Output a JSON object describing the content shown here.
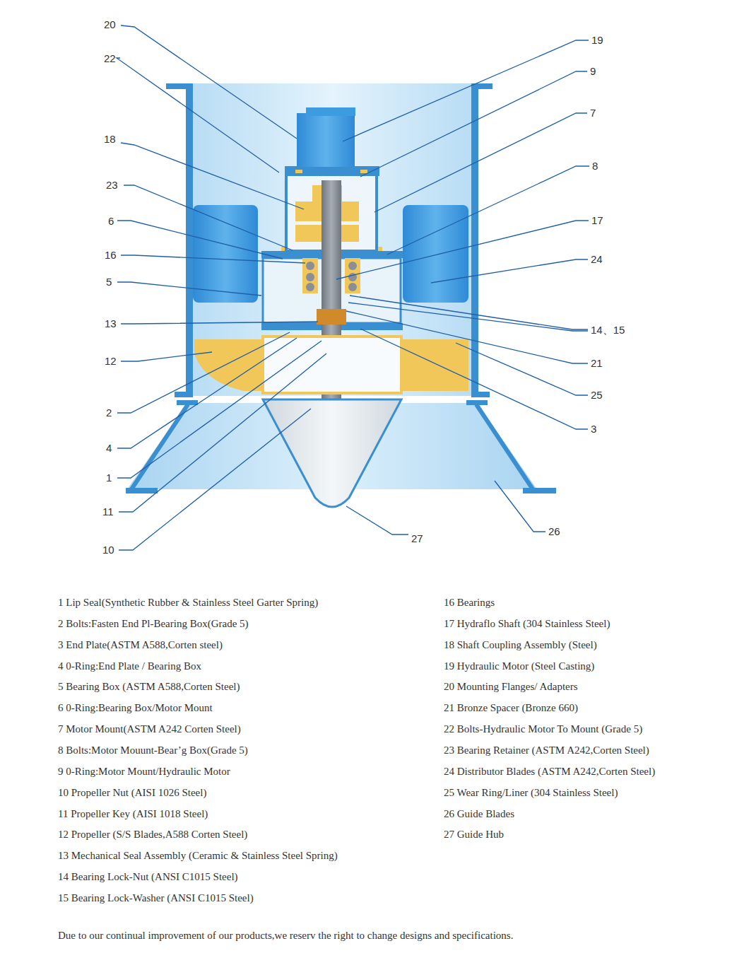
{
  "diagram": {
    "labels": [
      "20",
      "19",
      "22",
      "9",
      "7",
      "18",
      "8",
      "23",
      "17",
      "6",
      "16",
      "24",
      "5",
      "13",
      "14、15",
      "12",
      "21",
      "25",
      "2",
      "3",
      "4",
      "1",
      "11",
      "10",
      "27",
      "26",
      "1 Lip Seal(Synthetic Rubber & Stainless Steel Garter Spring)",
      "2 Bolts:Fasten End Pl-Bearing Box(Grade 5)",
      "3 End Plate(ASTM A588,Corten steel)",
      "4 0-Ring:End Plate / Bearing Box",
      "5 Bearing Box (ASTM A588,Corten Steel)",
      "6 0-Ring:Bearing Box/Motor Mount",
      "7 Motor Mount(ASTM A242 Corten Steel)",
      "8 Bolts:Motor Mouunt-Bear’g Box(Grade 5)",
      "9 0-Ring:Motor Mount/Hydraulic Motor",
      "10 Propeller Nut (AISI 1026 Steel)",
      "11 Propeller Key (AISI 1018 Steel)",
      "12 Propeller (S/S Blades,A588 Corten Steel)",
      "13 Mechanical Seal Assembly (Ceramic & Stainless Steel Spring)",
      "14 Bearing Lock-Nut (ANSI C1015 Steel)",
      "15 Bearing Lock-Washer (ANSI C1015 Steel)",
      "16 Bearings",
      "17 Hydraflo Shaft (304 Stainless Steel)",
      "18 Shaft Coupling Assembly (Steel)",
      "19 Hydraulic Motor (Steel Casting)",
      "20 Mounting Flanges/ Adapters",
      "21 Bronze Spacer (Bronze 660)",
      "22 Bolts-Hydraulic Motor To Mount (Grade 5)",
      "23 Bearing Retainer (ASTM A242,Corten Steel)",
      "24 Distributor Blades (ASTM A242,Corten Steel)",
      "25 Wear Ring/Liner (304 Stainless Steel)",
      "26 Guide Blades",
      "27 Guide Hub",
      "Due to our continual improvement of our products,we reserv the right to change designs and specifications."
    ]
  }
}
